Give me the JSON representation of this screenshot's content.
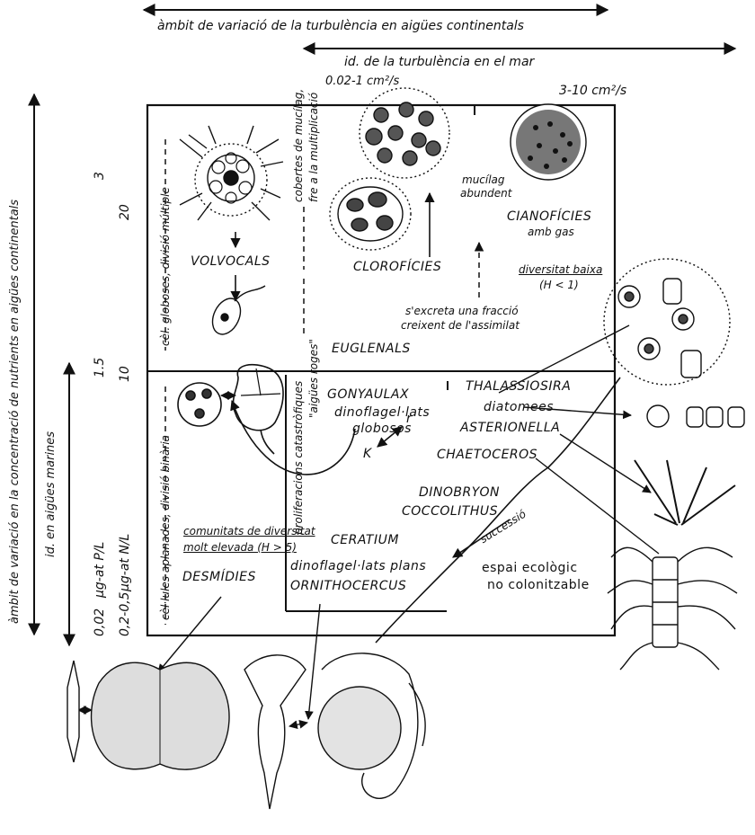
{
  "top_axes": {
    "continental_turbulence": "àmbit de variació de la turbulència en aigües continentals",
    "sea_turbulence": "id. de la turbulència en el mar",
    "low_diffusion": "0.02-1 cm²/s",
    "high_diffusion": "3-10 cm²/s"
  },
  "left_axes": {
    "continental_nutrients": "àmbit de variació en la concentració de nutrients en aigües continentals",
    "marine_nutrients": "id. en aigües marines",
    "scale_p_unit": "µg-at P/L",
    "scale_n_unit": "µg-at N/L",
    "p_values": [
      "0,02",
      "1.5",
      "3"
    ],
    "n_values": [
      "0,2-0,5",
      "10",
      "20"
    ]
  },
  "vertical_notes": {
    "spherical_cells": "cèl. globoses, divisió múltiple",
    "flattened_cells": "cèl·lules aplanades, divisió binària",
    "mucilage_cover": "cobertes de mucílag,",
    "multiplication": "fre a la multiplicació",
    "catastrophic": "proliferacions catastròfiques",
    "red_tides": "\"aigües roges\""
  },
  "labels": {
    "volvocals": "VOLVOCALS",
    "euglenals": "EUGLENALS",
    "clorofic": "CLOROFÍCIES",
    "cianofic": "CIANOFÍCIES",
    "amb_gas": "amb gas",
    "mucilag": "mucílag",
    "abundent": "abundent",
    "diversity_low": "diversitat baixa",
    "h_low": "(H < 1)",
    "excreta": "s'excreta una fracció",
    "creixent": "creixent de l'assimilat",
    "gonyaulax": "GONYAULAX",
    "dino_glob1": "dinoflagel·lats",
    "dino_glob2": "globosos",
    "thalassiosira": "THALASSIOSIRA",
    "diatomees": "diatomees",
    "asterionella": "ASTERIONELLA",
    "chaetoceros": "CHAETOCEROS",
    "dinobryon": "DINOBRYON",
    "coccolithus": "COCCOLITHUS",
    "ceratium": "CERATIUM",
    "k": "K",
    "r": "r",
    "comunitats1": "comunitats de diversitat",
    "comunitats2": "molt elevada (H > 5)",
    "desmidies": "DESMÍDIES",
    "dino_plans": "dinoflagel·lats plans",
    "ornithocercus": "ORNITHOCERCUS",
    "successio": "successió",
    "espai1": "espai ecològic",
    "espai2": "no colonitzable"
  },
  "colors": {
    "ink": "#111111",
    "paper": "#ffffff"
  }
}
